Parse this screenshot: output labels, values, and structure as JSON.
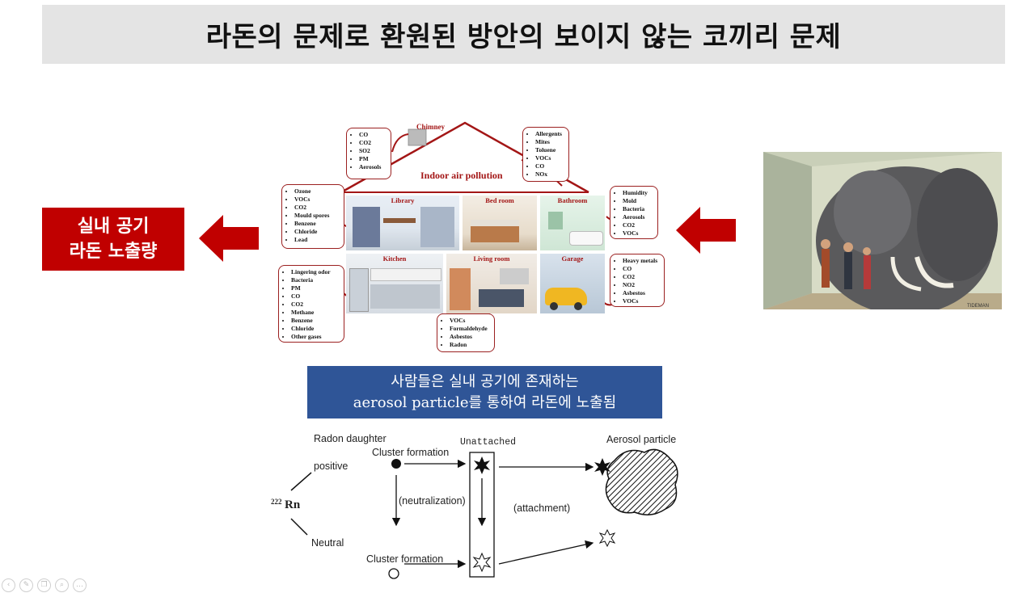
{
  "title": "라돈의 문제로 환원된 방안의 보이지 않는 코끼리 문제",
  "left_box": {
    "line1": "실내 공기",
    "line2": "라돈 노출량"
  },
  "house": {
    "title": "Indoor air pollution",
    "chimney": "Chimney",
    "rooms": {
      "library": "Library",
      "bedroom": "Bed room",
      "bathroom": "Bathroom",
      "kitchen": "Kitchen",
      "living": "Living room",
      "garage": "Garage"
    },
    "bubbles": {
      "chimney": [
        "CO",
        "CO2",
        "SO2",
        "PM",
        "Aerosols"
      ],
      "roof_right": [
        "Allergents",
        "Mites",
        "Toluene",
        "VOCs",
        "CO",
        "NOx"
      ],
      "library": [
        "Ozone",
        "VOCs",
        "CO2",
        "Mould spores",
        "Benzene",
        "Chloride",
        "Lead"
      ],
      "bathroom": [
        "Humidity",
        "Mold",
        "Bacteria",
        "Aerosols",
        "CO2",
        "VOCs"
      ],
      "kitchen": [
        "Lingering odor",
        "Bacteria",
        "PM",
        "CO",
        "CO2",
        "Methane",
        "Benzene",
        "Chloride",
        "Other gases"
      ],
      "garage": [
        "Heavy metals",
        "CO",
        "CO2",
        "NO2",
        "Asbestos",
        "VOCs"
      ],
      "living": [
        "VOCs",
        "Formaldehyde",
        "Asbestos",
        "Radon"
      ]
    }
  },
  "blue_box": {
    "line1": "사람들은 실내 공기에 존재하는",
    "line2": "aerosol particle를 통하여 라돈에 노출됨"
  },
  "elephant_signature": "TIDEMAN",
  "diagram": {
    "radon_daughter": "Radon daughter",
    "cluster_top": "Cluster formation",
    "unattached": "Unattached",
    "aerosol_particle": "Aerosol particle",
    "positive": "positive",
    "rn_mass": "222",
    "rn_symbol": "Rn",
    "neutralization": "(neutralization)",
    "attachment": "(attachment)",
    "neutral": "Neutral",
    "cluster_bottom": "Cluster formation"
  },
  "toolbar": {
    "icons": [
      "prev-icon",
      "pen-icon",
      "copy-icon",
      "zoom-icon",
      "more-icon"
    ],
    "more": "…"
  },
  "colors": {
    "accent_red": "#c00000",
    "accent_blue": "#2f5597",
    "title_bg": "#e4e4e4"
  }
}
